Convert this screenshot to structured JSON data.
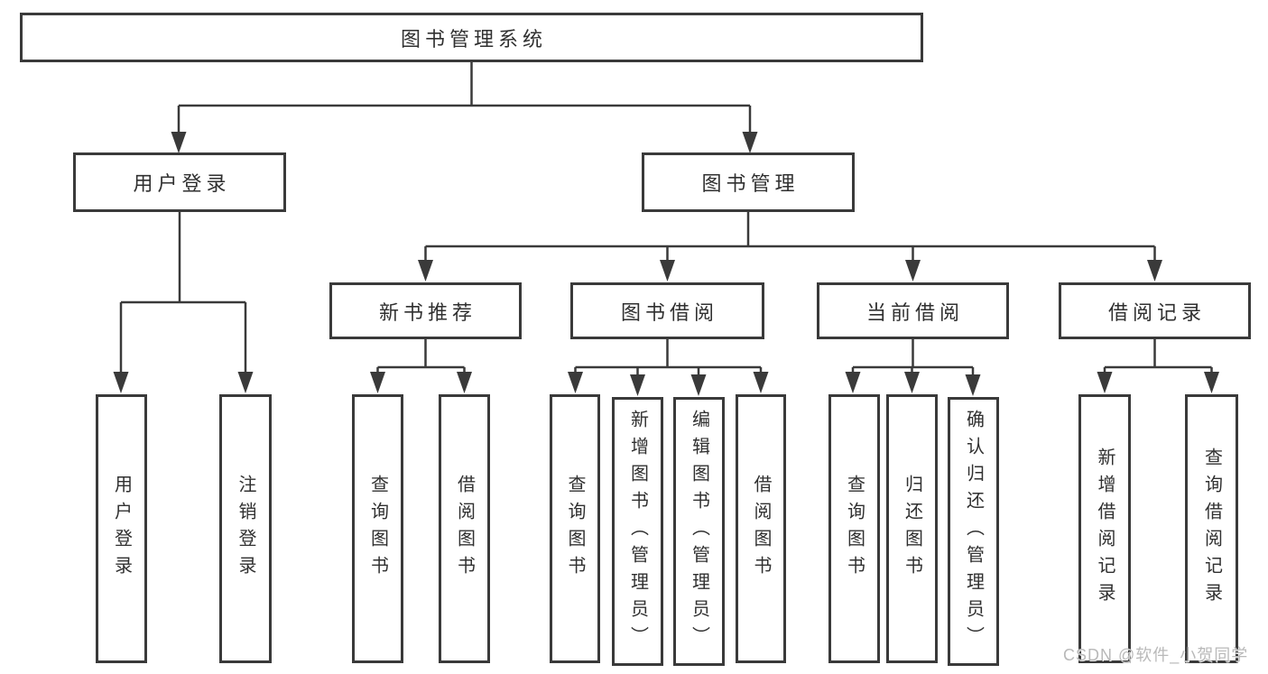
{
  "diagram": {
    "root": {
      "label": "图书管理系统"
    },
    "branches": [
      {
        "label": "用户登录",
        "children": [
          "用户登录",
          "注销登录"
        ]
      },
      {
        "label": "图书管理",
        "modules": [
          {
            "label": "新书推荐",
            "children": [
              "查询图书",
              "借阅图书"
            ]
          },
          {
            "label": "图书借阅",
            "children": [
              "查询图书",
              "新增图书（管理员）",
              "编辑图书（管理员）",
              "借阅图书"
            ]
          },
          {
            "label": "当前借阅",
            "children": [
              "查询图书",
              "归还图书",
              "确认归还（管理员）"
            ]
          },
          {
            "label": "借阅记录",
            "children": [
              "新增借阅记录",
              "查询借阅记录"
            ]
          }
        ]
      }
    ],
    "watermark": "CSDN @软件_小贺同学",
    "colors": {
      "line": "#3a3a3a",
      "text": "#303030",
      "watermark": "#b9b9b9"
    }
  }
}
